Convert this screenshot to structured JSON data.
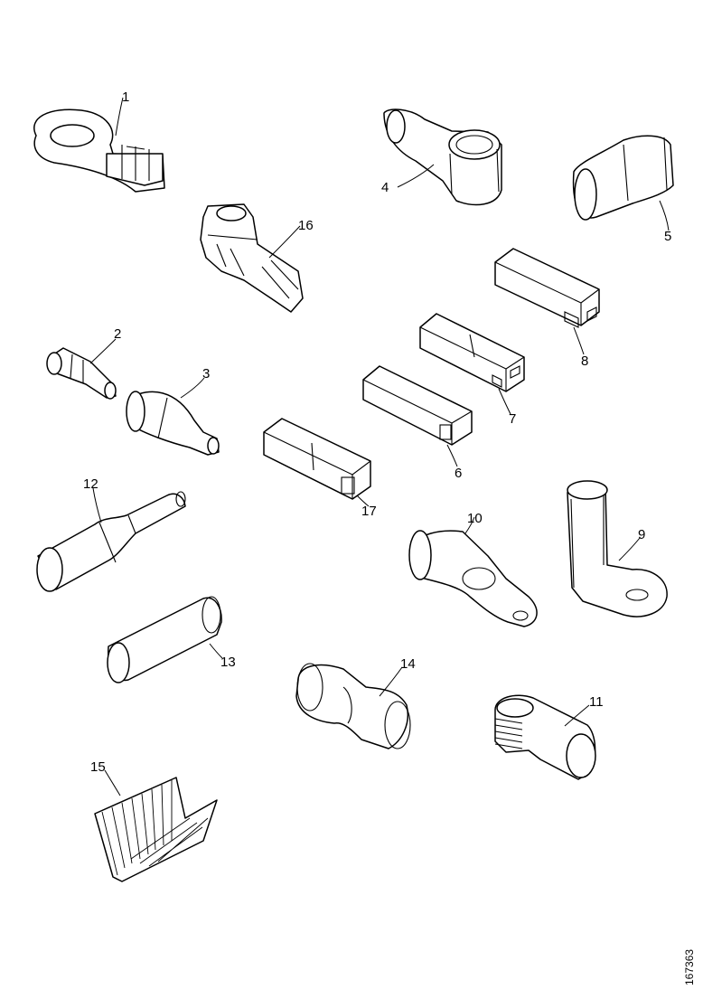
{
  "diagram": {
    "callouts": [
      {
        "id": "c1",
        "label": "1"
      },
      {
        "id": "c2",
        "label": "2"
      },
      {
        "id": "c3",
        "label": "3"
      },
      {
        "id": "c4",
        "label": "4"
      },
      {
        "id": "c5",
        "label": "5"
      },
      {
        "id": "c6",
        "label": "6"
      },
      {
        "id": "c7",
        "label": "7"
      },
      {
        "id": "c8",
        "label": "8"
      },
      {
        "id": "c9",
        "label": "9"
      },
      {
        "id": "c10",
        "label": "10"
      },
      {
        "id": "c11",
        "label": "11"
      },
      {
        "id": "c12",
        "label": "12"
      },
      {
        "id": "c13",
        "label": "13"
      },
      {
        "id": "c14",
        "label": "14"
      },
      {
        "id": "c15",
        "label": "15"
      },
      {
        "id": "c16",
        "label": "16"
      },
      {
        "id": "c17",
        "label": "17"
      }
    ],
    "document_id": "167363"
  }
}
